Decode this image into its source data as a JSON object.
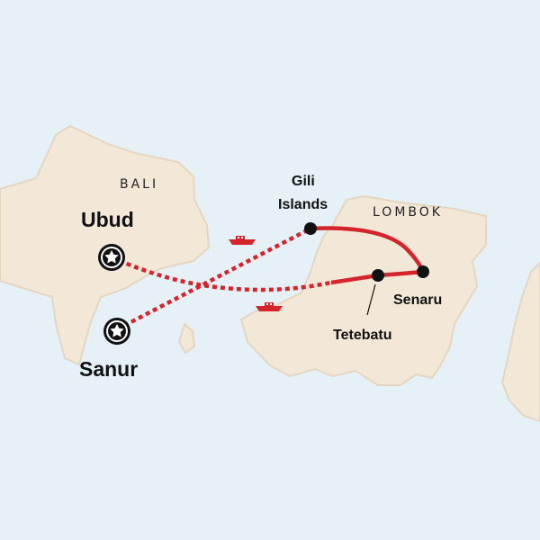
{
  "colors": {
    "sea": "#e6f1f7",
    "land": "#f3e8d8",
    "coast": "#e4d6c0",
    "route": "#d5252c",
    "marker": "#111111"
  },
  "regions": {
    "bali": "BALI",
    "lombok": "LOMBOK"
  },
  "places": {
    "ubud": "Ubud",
    "sanur": "Sanur",
    "gili_line1": "Gili",
    "gili_line2": "Islands",
    "senaru": "Senaru",
    "tetebatu": "Tetebatu"
  },
  "icons": {
    "start_marker": "star-in-circle-icon",
    "stop_marker": "dot-icon",
    "boat": "boat-icon"
  },
  "route_legs": [
    {
      "from": "Ubud",
      "to": "Tetebatu",
      "mode": "boat",
      "style": "dotted"
    },
    {
      "from": "Sanur",
      "to": "Gili Islands",
      "mode": "boat",
      "style": "dotted"
    },
    {
      "from": "Gili Islands",
      "to": "Senaru",
      "mode": "road",
      "style": "solid"
    },
    {
      "from": "Senaru",
      "to": "Tetebatu",
      "mode": "road",
      "style": "solid"
    }
  ]
}
